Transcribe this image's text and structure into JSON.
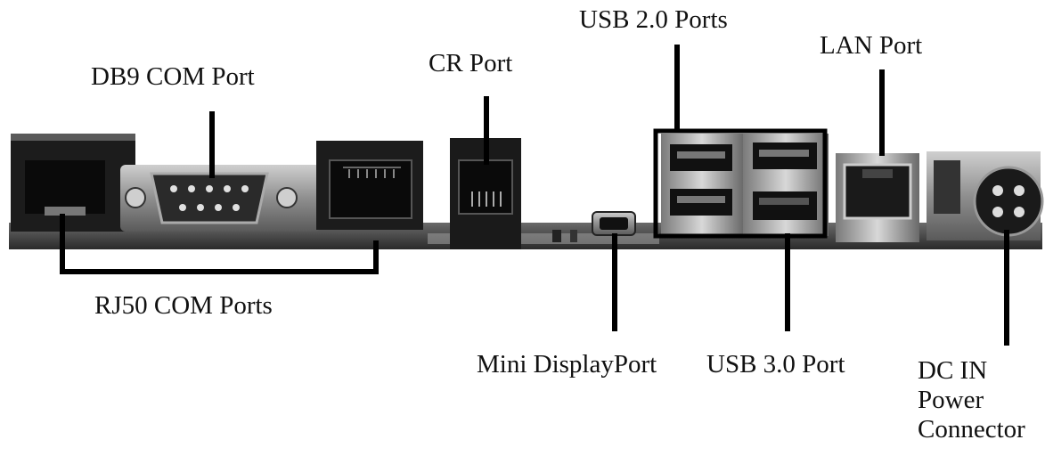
{
  "colors": {
    "background": "#ffffff",
    "label_text": "#111111",
    "leader_line": "#000000",
    "port_metal": "#8a8a8a",
    "port_dark": "#1a1a1a",
    "board_edge": "#3a3a3a"
  },
  "labels": {
    "db9_com_port": "DB9 COM Port",
    "cr_port": "CR Port",
    "usb2_ports": "USB 2.0 Ports",
    "lan_port": "LAN Port",
    "rj50_com_ports": "RJ50 COM Ports",
    "mini_displayport": "Mini DisplayPort",
    "usb3_port": "USB 3.0 Port",
    "dc_in": {
      "line1": "DC IN",
      "line2": "Power",
      "line3": "Connector"
    }
  },
  "ports": [
    {
      "id": "rj50-port-left",
      "icon": "rj-jack-icon"
    },
    {
      "id": "db9-com-port",
      "icon": "db9-connector-icon"
    },
    {
      "id": "rj50-port-right",
      "icon": "rj-jack-icon"
    },
    {
      "id": "cr-port",
      "icon": "rj-jack-icon"
    },
    {
      "id": "mini-displayport",
      "icon": "mini-displayport-icon"
    },
    {
      "id": "usb2-port-top-left",
      "icon": "usb-icon"
    },
    {
      "id": "usb2-port-bottom-left",
      "icon": "usb-icon"
    },
    {
      "id": "usb2-port-top-right",
      "icon": "usb-icon"
    },
    {
      "id": "usb3-port",
      "icon": "usb-icon"
    },
    {
      "id": "lan-port",
      "icon": "rj45-jack-icon"
    },
    {
      "id": "dc-in-connector",
      "icon": "din-power-connector-icon"
    }
  ]
}
